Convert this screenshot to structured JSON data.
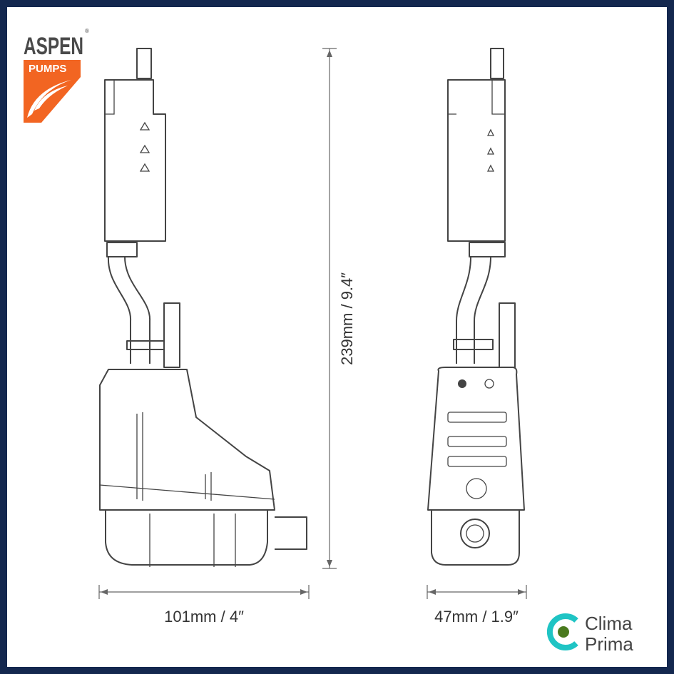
{
  "brand_logo": {
    "name": "ASPEN",
    "sub": "PUMPS",
    "registered": "®"
  },
  "dimensions": {
    "height": "239mm / 9.4″",
    "side_width": "101mm / 4″",
    "front_width": "47mm / 1.9″"
  },
  "watermark_logo": {
    "line1": "Clima",
    "line2": "Prima"
  },
  "colors": {
    "frame": "#14284f",
    "aspen_orange": "#f26522",
    "aspen_grey": "#4a4a4a",
    "clima_teal": "#1fc4c4",
    "clima_green": "#4a7a1f"
  }
}
